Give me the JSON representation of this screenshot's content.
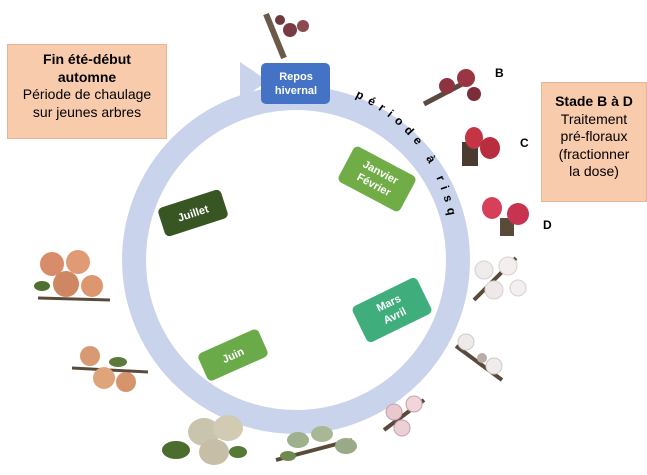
{
  "left_box": {
    "title_lines": [
      "Fin été-début",
      "automne"
    ],
    "body_lines": [
      "Période de chaulage",
      "sur jeunes arbres"
    ]
  },
  "right_box": {
    "title": "Stade B à D",
    "body_lines": [
      "Traitement",
      "pré-floraux",
      "(fractionner",
      "la dose)"
    ]
  },
  "stages": {
    "repos": [
      "Repos",
      "hivernal"
    ],
    "janvier": [
      "Janvier",
      "Février"
    ],
    "mars": [
      "Mars",
      "Avril"
    ],
    "juin": [
      "Juin"
    ],
    "juillet": [
      "Juillet"
    ]
  },
  "risk_label": "période à risque",
  "stage_letters": {
    "b": "B",
    "c": "C",
    "d": "D"
  },
  "colors": {
    "ring": "#c9d3ec",
    "repos": "#4472c4",
    "janvier": "#70ad47",
    "mars": "#3fae7c",
    "juin": "#6aaa48",
    "juillet": "#375623",
    "box_fill": "#f8cbad"
  }
}
